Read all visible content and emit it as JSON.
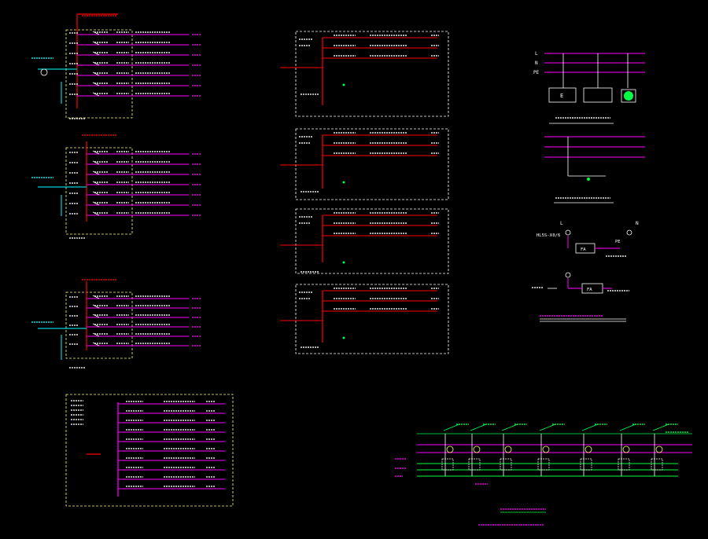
{
  "colors": {
    "background": "#000000",
    "bus": "#ff0000",
    "feeder": "#ff00ff",
    "frame": "#ffff66",
    "frame_alt": "#ffffff",
    "device": "#00ffff",
    "control": "#00ff44",
    "text": "#ffffff"
  },
  "right_panel": {
    "label_L": "L",
    "label_N": "N",
    "label_PE": "PE",
    "box1_label": "E",
    "label_N2": "N",
    "device_code": "HL5S-Ⅹ0/6",
    "label_PE2": "PE",
    "relay_label": "FA",
    "relay_label2": "FA"
  }
}
